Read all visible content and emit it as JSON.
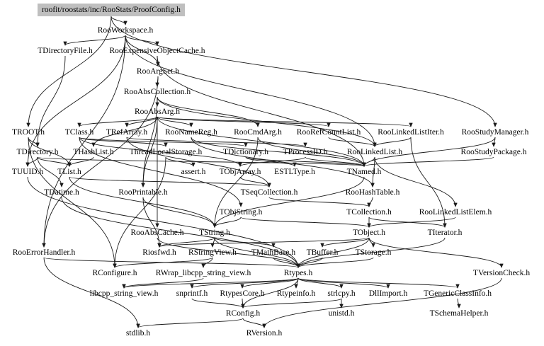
{
  "graph": {
    "root": "roofit/roostats/inc/RooStats/ProofConfig.h",
    "nodes": {
      "RooWorkspace": "RooWorkspace.h",
      "TDirectoryFile": "TDirectoryFile.h",
      "RooExpensiveObjectCache": "RooExpensiveObjectCache.h",
      "RooArgSet": "RooArgSet.h",
      "RooAbsCollection": "RooAbsCollection.h",
      "RooAbsArg": "RooAbsArg.h",
      "TROOT": "TROOT.h",
      "TClass": "TClass.h",
      "TRefArray": "TRefArray.h",
      "RooNameReg": "RooNameReg.h",
      "RooCmdArg": "RooCmdArg.h",
      "RooRefCountList": "RooRefCountList.h",
      "RooLinkedListIter": "RooLinkedListIter.h",
      "RooStudyManager": "RooStudyManager.h",
      "TDirectory": "TDirectory.h",
      "THashList": "THashList.h",
      "ThreadLocalStorage": "ThreadLocalStorage.h",
      "TDictionary": "TDictionary.h",
      "TProcessID": "TProcessID.h",
      "RooLinkedList": "RooLinkedList.h",
      "RooStudyPackage": "RooStudyPackage.h",
      "TUUID": "TUUID.h",
      "TList": "TList.h",
      "assert": "assert.h",
      "TObjArray": "TObjArray.h",
      "ESTLType": "ESTLType.h",
      "TNamed": "TNamed.h",
      "TDatime": "TDatime.h",
      "RooPrintable": "RooPrintable.h",
      "TSeqCollection": "TSeqCollection.h",
      "RooHashTable": "RooHashTable.h",
      "TObjString": "TObjString.h",
      "TCollection": "TCollection.h",
      "RooLinkedListElem": "RooLinkedListElem.h",
      "RooAbsCache": "RooAbsCache.h",
      "TString": "TString.h",
      "TObject": "TObject.h",
      "TIterator": "TIterator.h",
      "RooErrorHandler": "RooErrorHandler.h",
      "Riosfwd": "Riosfwd.h",
      "RStringView": "RStringView.h",
      "TMathBase": "TMathBase.h",
      "TBuffer": "TBuffer.h",
      "TStorage": "TStorage.h",
      "RConfigure": "RConfigure.h",
      "RWrap": "RWrap_libcpp_string_view.h",
      "Rtypes": "Rtypes.h",
      "TVersionCheck": "TVersionCheck.h",
      "libcpp": "libcpp_string_view.h",
      "snprintf": "snprintf.h",
      "RtypesCore": "RtypesCore.h",
      "Rtypeinfo": "Rtypeinfo.h",
      "strlcpy": "strlcpy.h",
      "DllImport": "DllImport.h",
      "TGenericClassInfo": "TGenericClassInfo.h",
      "RConfig": "RConfig.h",
      "unistd": "unistd.h",
      "TSchemaHelper": "TSchemaHelper.h",
      "stdlib": "stdlib.h",
      "RVersion": "RVersion.h"
    },
    "edges": [
      [
        "root",
        "RooWorkspace"
      ],
      [
        "root",
        "TROOT"
      ],
      [
        "root",
        "RooStudyManager"
      ],
      [
        "RooWorkspace",
        "TDirectoryFile"
      ],
      [
        "RooWorkspace",
        "RooExpensiveObjectCache"
      ],
      [
        "RooWorkspace",
        "RooArgSet"
      ],
      [
        "RooWorkspace",
        "RooErrorHandler"
      ],
      [
        "RooWorkspace",
        "RooLinkedList"
      ],
      [
        "RooWorkspace",
        "TUUID"
      ],
      [
        "TDirectoryFile",
        "TDirectory"
      ],
      [
        "RooExpensiveObjectCache",
        "RooArgSet"
      ],
      [
        "RooExpensiveObjectCache",
        "TNamed"
      ],
      [
        "RooArgSet",
        "RooAbsCollection"
      ],
      [
        "RooArgSet",
        "RooErrorHandler"
      ],
      [
        "RooAbsCollection",
        "RooAbsArg"
      ],
      [
        "RooAbsCollection",
        "RooLinkedList"
      ],
      [
        "RooAbsCollection",
        "RooCmdArg"
      ],
      [
        "RooAbsCollection",
        "RooPrintable"
      ],
      [
        "RooAbsArg",
        "TClass"
      ],
      [
        "RooAbsArg",
        "TRefArray"
      ],
      [
        "RooAbsArg",
        "RooNameReg"
      ],
      [
        "RooAbsArg",
        "RooRefCountList"
      ],
      [
        "RooAbsArg",
        "RooLinkedListIter"
      ],
      [
        "RooAbsArg",
        "THashList"
      ],
      [
        "RooAbsArg",
        "TNamed"
      ],
      [
        "RooAbsArg",
        "RooAbsCache"
      ],
      [
        "RooAbsArg",
        "RooPrintable"
      ],
      [
        "TROOT",
        "TDirectory"
      ],
      [
        "TROOT",
        "TList"
      ],
      [
        "TROOT",
        "RConfigure"
      ],
      [
        "TClass",
        "TDictionary"
      ],
      [
        "TClass",
        "TObjArray"
      ],
      [
        "TClass",
        "TObjString"
      ],
      [
        "TClass",
        "ThreadLocalStorage"
      ],
      [
        "TRefArray",
        "TProcessID"
      ],
      [
        "TRefArray",
        "TSeqCollection"
      ],
      [
        "RooNameReg",
        "TNamed"
      ],
      [
        "RooNameReg",
        "RooHashTable"
      ],
      [
        "RooCmdArg",
        "TNamed"
      ],
      [
        "RooCmdArg",
        "TString"
      ],
      [
        "RooRefCountList",
        "RooLinkedList"
      ],
      [
        "RooLinkedListIter",
        "RooLinkedList"
      ],
      [
        "RooLinkedListIter",
        "TIterator"
      ],
      [
        "RooStudyManager",
        "RooStudyPackage"
      ],
      [
        "RooStudyManager",
        "TNamed"
      ],
      [
        "RooStudyPackage",
        "TNamed"
      ],
      [
        "TDirectory",
        "TNamed"
      ],
      [
        "TDirectory",
        "TDatime"
      ],
      [
        "TDirectory",
        "TUUID"
      ],
      [
        "TDirectory",
        "TList"
      ],
      [
        "THashList",
        "TList"
      ],
      [
        "ThreadLocalStorage",
        "assert"
      ],
      [
        "ThreadLocalStorage",
        "RConfigure"
      ],
      [
        "TDictionary",
        "TNamed"
      ],
      [
        "TDictionary",
        "ESTLType"
      ],
      [
        "TProcessID",
        "TNamed"
      ],
      [
        "TProcessID",
        "TObjArray"
      ],
      [
        "RooLinkedList",
        "TNamed"
      ],
      [
        "RooLinkedList",
        "RooHashTable"
      ],
      [
        "RooLinkedList",
        "RooLinkedListElem"
      ],
      [
        "TUUID",
        "Rtypes"
      ],
      [
        "TList",
        "TSeqCollection"
      ],
      [
        "TList",
        "TString"
      ],
      [
        "TObjArray",
        "TSeqCollection"
      ],
      [
        "TNamed",
        "TString"
      ],
      [
        "TDatime",
        "Rtypes"
      ],
      [
        "RooPrintable",
        "TString"
      ],
      [
        "RooPrintable",
        "Riosfwd"
      ],
      [
        "TSeqCollection",
        "TCollection"
      ],
      [
        "RooHashTable",
        "TCollection"
      ],
      [
        "TObjString",
        "TObject"
      ],
      [
        "TObjString",
        "TString"
      ],
      [
        "TCollection",
        "TObject"
      ],
      [
        "TCollection",
        "TIterator"
      ],
      [
        "RooLinkedListElem",
        "TObject"
      ],
      [
        "RooAbsCache",
        "Rtypes"
      ],
      [
        "TString",
        "Riosfwd"
      ],
      [
        "TString",
        "RStringView"
      ],
      [
        "TString",
        "TMathBase"
      ],
      [
        "TString",
        "Rtypes"
      ],
      [
        "TObject",
        "TBuffer"
      ],
      [
        "TObject",
        "TStorage"
      ],
      [
        "TObject",
        "Rtypes"
      ],
      [
        "TObject",
        "TVersionCheck"
      ],
      [
        "TObject",
        "Riosfwd"
      ],
      [
        "TIterator",
        "Rtypes"
      ],
      [
        "RooErrorHandler",
        "stdlib"
      ],
      [
        "RooErrorHandler",
        "Rtypes"
      ],
      [
        "RStringView",
        "RConfigure"
      ],
      [
        "RStringView",
        "RWrap"
      ],
      [
        "TMathBase",
        "Rtypes"
      ],
      [
        "TBuffer",
        "Rtypes"
      ],
      [
        "TStorage",
        "Rtypes"
      ],
      [
        "RWrap",
        "libcpp"
      ],
      [
        "Rtypes",
        "libcpp"
      ],
      [
        "Rtypes",
        "snprintf"
      ],
      [
        "Rtypes",
        "RtypesCore"
      ],
      [
        "Rtypes",
        "Rtypeinfo"
      ],
      [
        "Rtypes",
        "strlcpy"
      ],
      [
        "Rtypes",
        "DllImport"
      ],
      [
        "Rtypes",
        "TGenericClassInfo"
      ],
      [
        "Rtypes",
        "RConfig"
      ],
      [
        "TVersionCheck",
        "RVersion"
      ],
      [
        "snprintf",
        "RConfig"
      ],
      [
        "RtypesCore",
        "RConfig"
      ],
      [
        "strlcpy",
        "RConfig"
      ],
      [
        "strlcpy",
        "unistd"
      ],
      [
        "TGenericClassInfo",
        "TSchemaHelper"
      ],
      [
        "RConfig",
        "RVersion"
      ],
      [
        "RConfig",
        "stdlib"
      ]
    ]
  }
}
